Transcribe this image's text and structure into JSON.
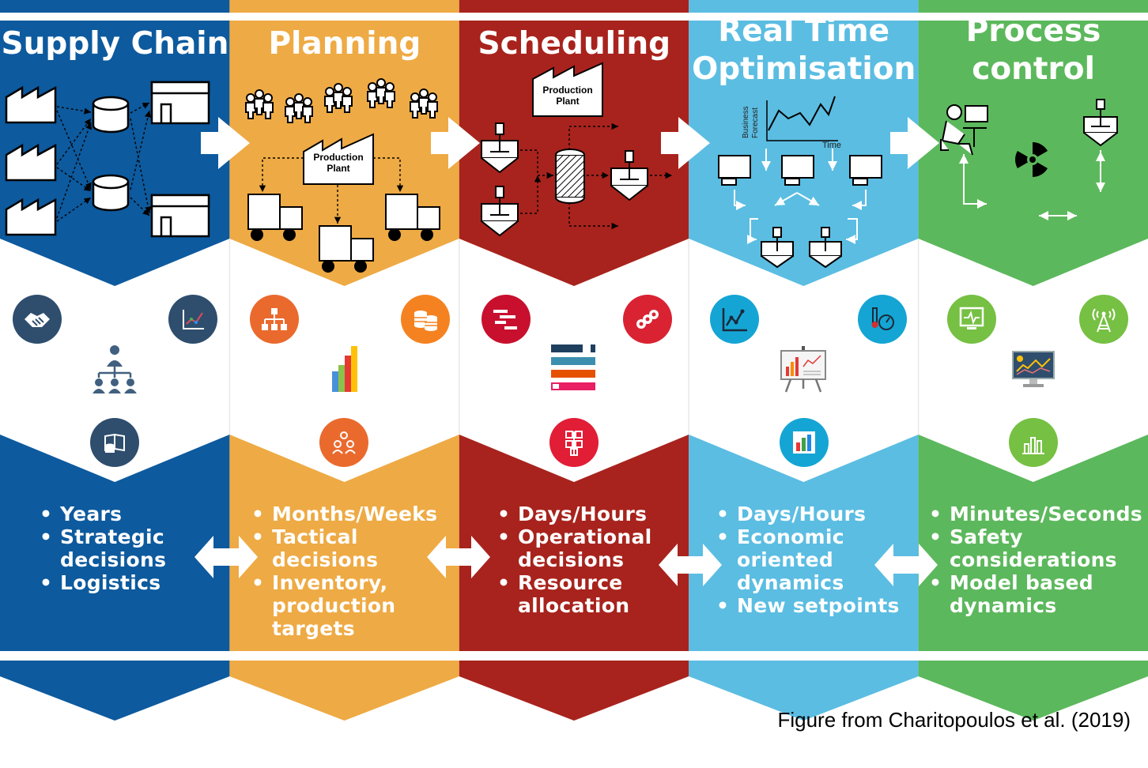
{
  "colors": {
    "supply_chain": "#0d5a9e",
    "planning": "#eeaa44",
    "scheduling": "#a8231d",
    "rto": "#5bbde2",
    "process_control": "#5cb85c"
  },
  "columns": [
    {
      "title_lines": [
        "Supply Chain"
      ],
      "bullets": [
        [
          "Years"
        ],
        [
          "Strategic",
          "decisions"
        ],
        [
          "Logistics"
        ]
      ],
      "icons": [
        "handshake-icon",
        "chart-icon",
        "org-chart-icon",
        "database-book-icon"
      ]
    },
    {
      "title_lines": [
        "Planning"
      ],
      "bullets": [
        [
          "Months/Weeks"
        ],
        [
          "Tactical",
          "decisions"
        ],
        [
          "Inventory,",
          "production",
          "targets"
        ]
      ],
      "icons": [
        "hierarchy-icon",
        "database-icon",
        "bar-chart-3d-icon",
        "people-group-icon"
      ]
    },
    {
      "title_lines": [
        "Scheduling"
      ],
      "bullets": [
        [
          "Days/Hours"
        ],
        [
          "Operational",
          "decisions"
        ],
        [
          "Resource",
          "allocation"
        ]
      ],
      "icons": [
        "gantt-icon",
        "network-icon",
        "stacked-bars-icon",
        "process-flow-icon"
      ]
    },
    {
      "title_lines": [
        "Real Time",
        "Optimisation"
      ],
      "bullets": [
        [
          "Days/Hours"
        ],
        [
          "Economic",
          "oriented",
          "dynamics"
        ],
        [
          "New setpoints"
        ]
      ],
      "icons": [
        "line-chart-icon",
        "gauge-icon",
        "presentation-board-icon",
        "bar-chart-icon"
      ]
    },
    {
      "title_lines": [
        "Process",
        "control"
      ],
      "bullets": [
        [
          "Minutes/Seconds"
        ],
        [
          "Safety",
          "considerations"
        ],
        [
          "Model based",
          "dynamics"
        ]
      ],
      "icons": [
        "monitor-icon",
        "antenna-icon",
        "dashboard-screen-icon",
        "bar-chart-icon"
      ]
    }
  ],
  "illustration": {
    "production_plant_line1": "Production",
    "production_plant_line2": "Plant",
    "axis_business_forecast_1": "Business",
    "axis_business_forecast_2": "Forecast",
    "axis_time": "Time",
    "hazard_icon": "radiation-icon"
  },
  "caption": "Figure from Charitopoulos et al. (2019)"
}
